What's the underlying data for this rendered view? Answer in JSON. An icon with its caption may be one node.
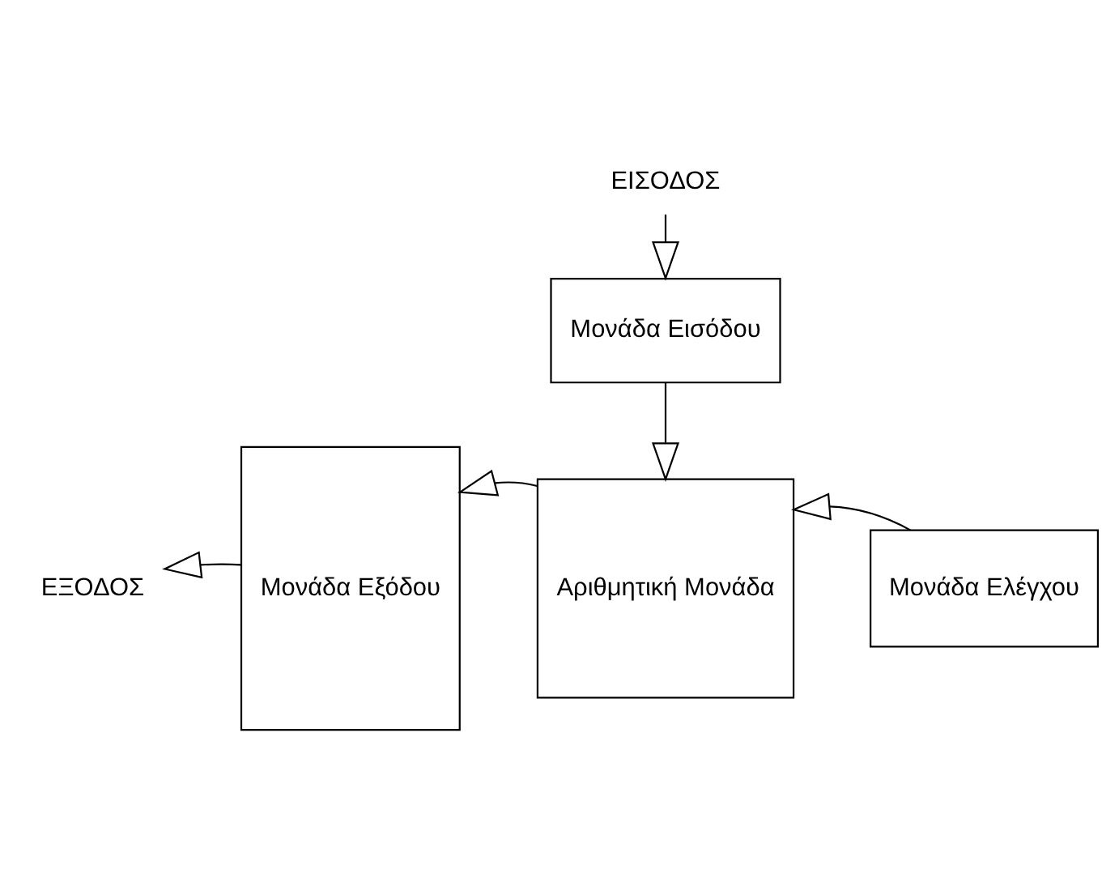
{
  "diagram": {
    "nodes": [
      {
        "text": [
          "ΕΙΣΟΔΟΣ"
        ]
      },
      {
        "text": [
          "Μονάδα Εισόδου"
        ]
      },
      {
        "text": [
          "Αριθμητική Μονάδα"
        ]
      },
      {
        "text": [
          "Μονάδα Ελέγχου"
        ]
      },
      {
        "text": [
          "Μονάδα Εξόδου"
        ]
      },
      {
        "text": [
          "ΕΞΟΔΟΣ"
        ]
      }
    ],
    "edges": [
      {
        "from": 0,
        "to": 1,
        "arrow": "to"
      },
      {
        "from": 1,
        "to": 2,
        "arrow": "to"
      },
      {
        "from": 3,
        "to": 2,
        "arrow": "to"
      },
      {
        "from": 2,
        "to": 4,
        "arrow": "to"
      },
      {
        "from": 4,
        "to": 5,
        "arrow": "to"
      }
    ]
  }
}
